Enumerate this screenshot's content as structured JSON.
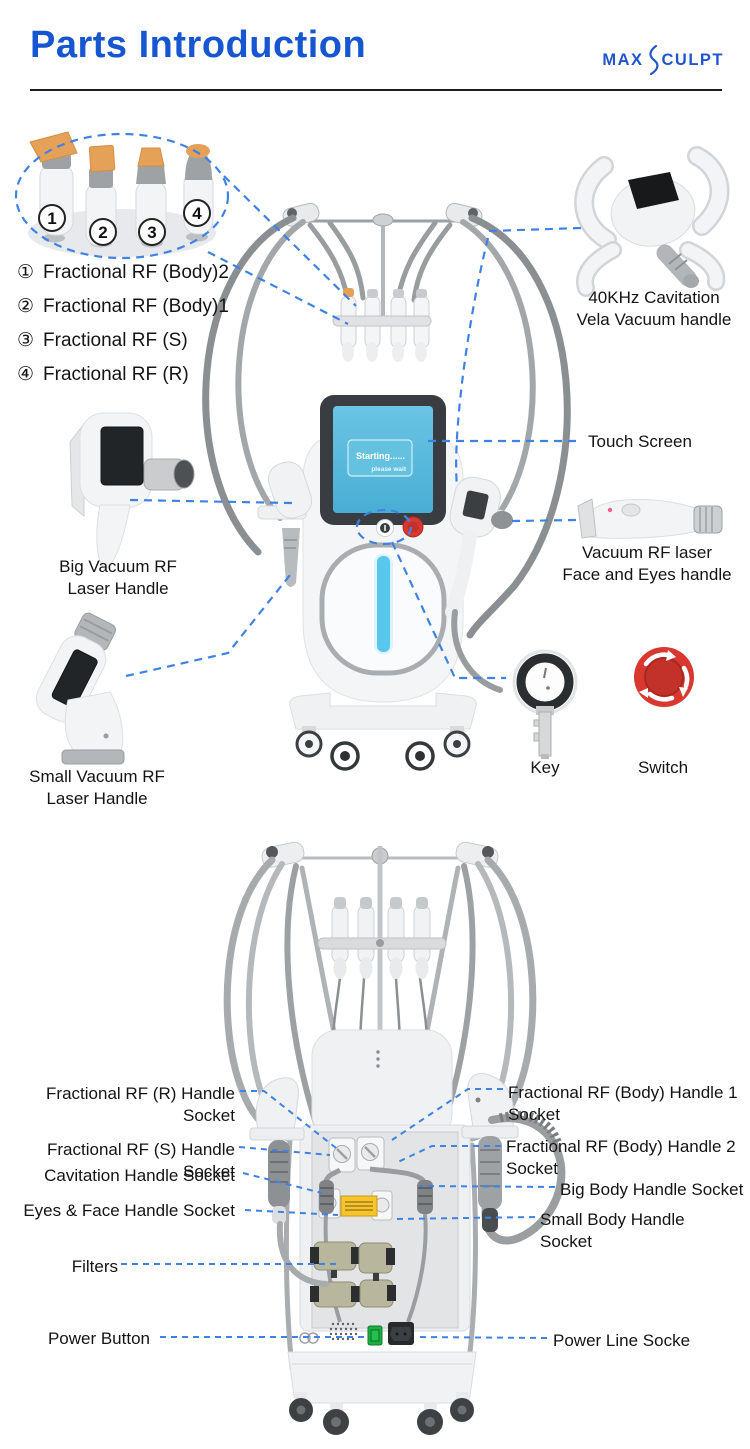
{
  "header": {
    "title": "Parts Introduction",
    "logo_left": "MAX",
    "logo_right": "CULPT"
  },
  "front": {
    "legend": [
      {
        "num": "①",
        "label": "Fractional RF (Body)2"
      },
      {
        "num": "②",
        "label": "Fractional RF (Body)1"
      },
      {
        "num": "③",
        "label": "Fractional RF (S)"
      },
      {
        "num": "④",
        "label": "Fractional RF (R)"
      }
    ],
    "tip_numbers": [
      "1",
      "2",
      "3",
      "4"
    ],
    "screen_text": {
      "line1": "Starting......",
      "line2": "please wait"
    },
    "labels": {
      "cavitation_line1": "40KHz Cavitation",
      "cavitation_line2": "Vela Vacuum handle",
      "touch_screen": "Touch Screen",
      "vacuum_face_line1": "Vacuum RF laser",
      "vacuum_face_line2": "Face and Eyes handle",
      "big_vacuum_line1": "Big Vacuum RF",
      "big_vacuum_line2": "Laser Handle",
      "small_vacuum_line1": "Small Vacuum RF",
      "small_vacuum_line2": "Laser Handle",
      "key": "Key",
      "switch": "Switch"
    }
  },
  "back": {
    "left_labels": {
      "rf_r_socket": "Fractional RF (R) Handle Socket",
      "rf_s_socket": "Fractional RF (S) Handle Socket",
      "cavitation_socket": "Cavitation Handle Socket",
      "eyes_face_socket": "Eyes & Face Handle Socket",
      "filters": "Filters",
      "power_button": "Power Button"
    },
    "right_labels": {
      "rf_body1_socket": "Fractional RF (Body) Handle 1 Socket",
      "rf_body2_socket": "Fractional RF (Body) Handle 2 Socket",
      "big_body_socket": "Big Body Handle Socket",
      "small_body_socket": "Small Body Handle Socket",
      "power_line_socket": "Power Line Socke"
    }
  },
  "colors": {
    "accent_blue": "#1656d0",
    "dash_blue": "#3f82e6",
    "orange_tip": "#e6a158",
    "switch_red": "#d8382f",
    "screen_blue": "#56b9dd",
    "power_green": "#1fae43"
  }
}
